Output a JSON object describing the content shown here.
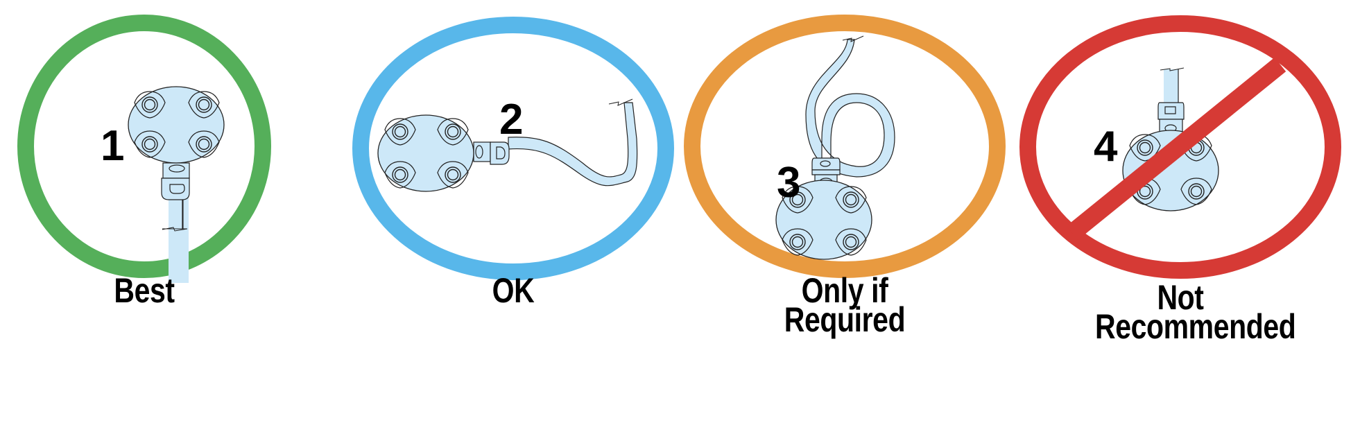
{
  "colors": {
    "best": "#55AF5A",
    "ok": "#58B7EA",
    "only_if_required": "#E89A40",
    "not_recommended": "#D63A35",
    "device_fill": "#CDE8F8",
    "outline": "#222222"
  },
  "panels": [
    {
      "number": "1",
      "label_lines": [
        "Best"
      ],
      "ring_color": "#55AF5A",
      "orientation": "diaphragm-up, tubing-down"
    },
    {
      "number": "2",
      "label_lines": [
        "OK"
      ],
      "ring_color": "#58B7EA",
      "orientation": "diaphragm-side, tubing-horizontal-loop-up"
    },
    {
      "number": "3",
      "label_lines": [
        "Only if",
        "Required"
      ],
      "ring_color": "#E89A40",
      "orientation": "diaphragm-down, tubing-coiled-up"
    },
    {
      "number": "4",
      "label_lines": [
        "Not",
        "Recommended"
      ],
      "ring_color": "#D63A35",
      "orientation": "diaphragm-down, tubing-straight-up",
      "prohibited": true
    }
  ]
}
